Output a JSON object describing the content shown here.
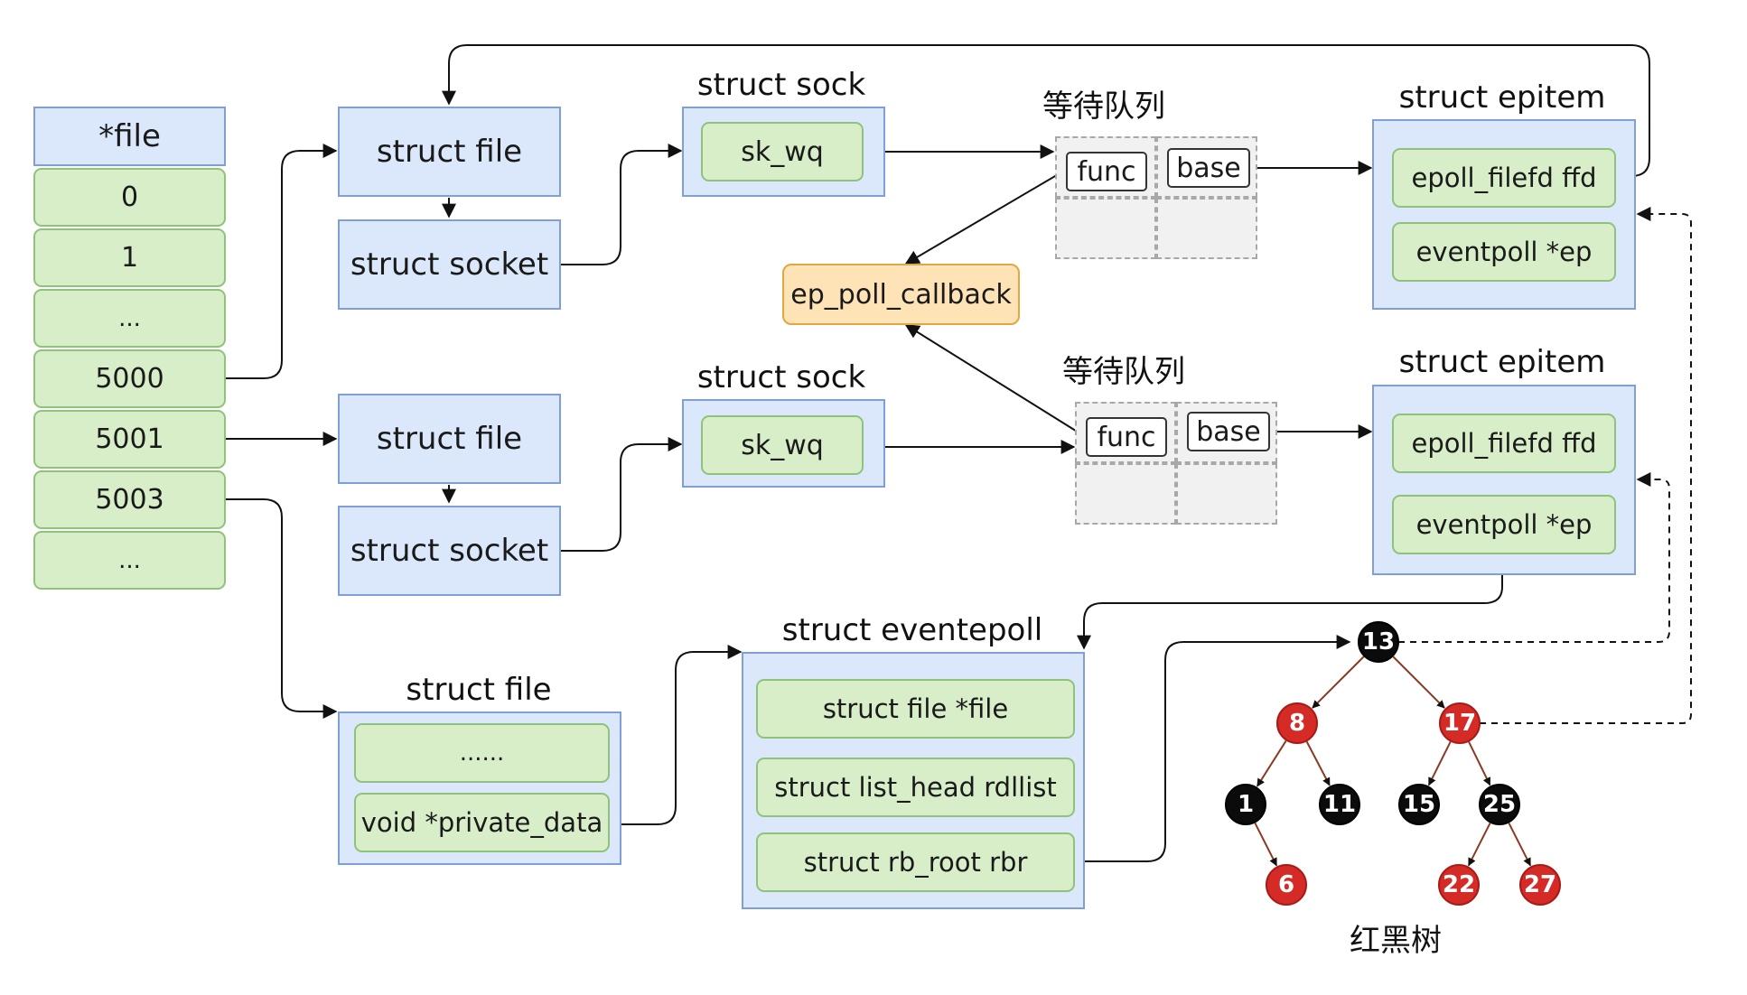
{
  "fd_table": {
    "header": "*file",
    "rows": [
      "0",
      "1",
      "...",
      "5000",
      "5001",
      "5003",
      "..."
    ]
  },
  "group_top": {
    "file_label": "struct file",
    "socket_label": "struct socket",
    "sock_title": "struct sock",
    "sk_wq_label": "sk_wq",
    "wait_queue_title": "等待队列",
    "func_label": "func",
    "base_label": "base",
    "epitem_title": "struct epitem",
    "ffd_label": "epoll_filefd ffd",
    "ep_label": "eventpoll *ep"
  },
  "callback_label": "ep_poll_callback",
  "group_mid": {
    "file_label": "struct file",
    "socket_label": "struct socket",
    "sock_title": "struct sock",
    "sk_wq_label": "sk_wq",
    "wait_queue_title": "等待队列",
    "func_label": "func",
    "base_label": "base",
    "epitem_title": "struct epitem",
    "ffd_label": "epoll_filefd ffd",
    "ep_label": "eventpoll *ep"
  },
  "epoll_file": {
    "title": "struct file",
    "dots_label": "......",
    "private_label": "void *private_data"
  },
  "eventpoll": {
    "title": "struct eventepoll",
    "fields": [
      "struct file *file",
      "struct list_head rdllist",
      "struct rb_root rbr"
    ]
  },
  "rbtree": {
    "caption": "红黑树",
    "colors": {
      "black": "#0b0b0b",
      "red": "#d42b26",
      "edge": "#8a3a22"
    },
    "nodes": [
      {
        "key": "13",
        "color": "black"
      },
      {
        "key": "8",
        "color": "red"
      },
      {
        "key": "17",
        "color": "red"
      },
      {
        "key": "1",
        "color": "black"
      },
      {
        "key": "11",
        "color": "black"
      },
      {
        "key": "15",
        "color": "black"
      },
      {
        "key": "25",
        "color": "black"
      },
      {
        "key": "6",
        "color": "red"
      },
      {
        "key": "22",
        "color": "red"
      },
      {
        "key": "27",
        "color": "red"
      }
    ],
    "edges": [
      [
        "13",
        "8"
      ],
      [
        "13",
        "17"
      ],
      [
        "8",
        "1"
      ],
      [
        "8",
        "11"
      ],
      [
        "17",
        "15"
      ],
      [
        "17",
        "25"
      ],
      [
        "1",
        "6"
      ],
      [
        "25",
        "22"
      ],
      [
        "25",
        "27"
      ]
    ]
  }
}
